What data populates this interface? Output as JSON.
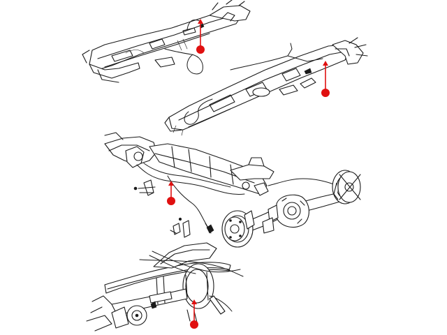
{
  "colors": {
    "line": "#1a1a1a",
    "callout": "#e01010",
    "background": "#ffffff"
  },
  "views": [
    {
      "id": "upper-frame-view"
    },
    {
      "id": "middle-frame-view"
    },
    {
      "id": "rear-axle-assembly-view"
    },
    {
      "id": "rear-spring-detail-view"
    }
  ],
  "callouts": [
    {
      "id": "callout-1"
    },
    {
      "id": "callout-2"
    },
    {
      "id": "callout-3"
    },
    {
      "id": "callout-4"
    }
  ]
}
